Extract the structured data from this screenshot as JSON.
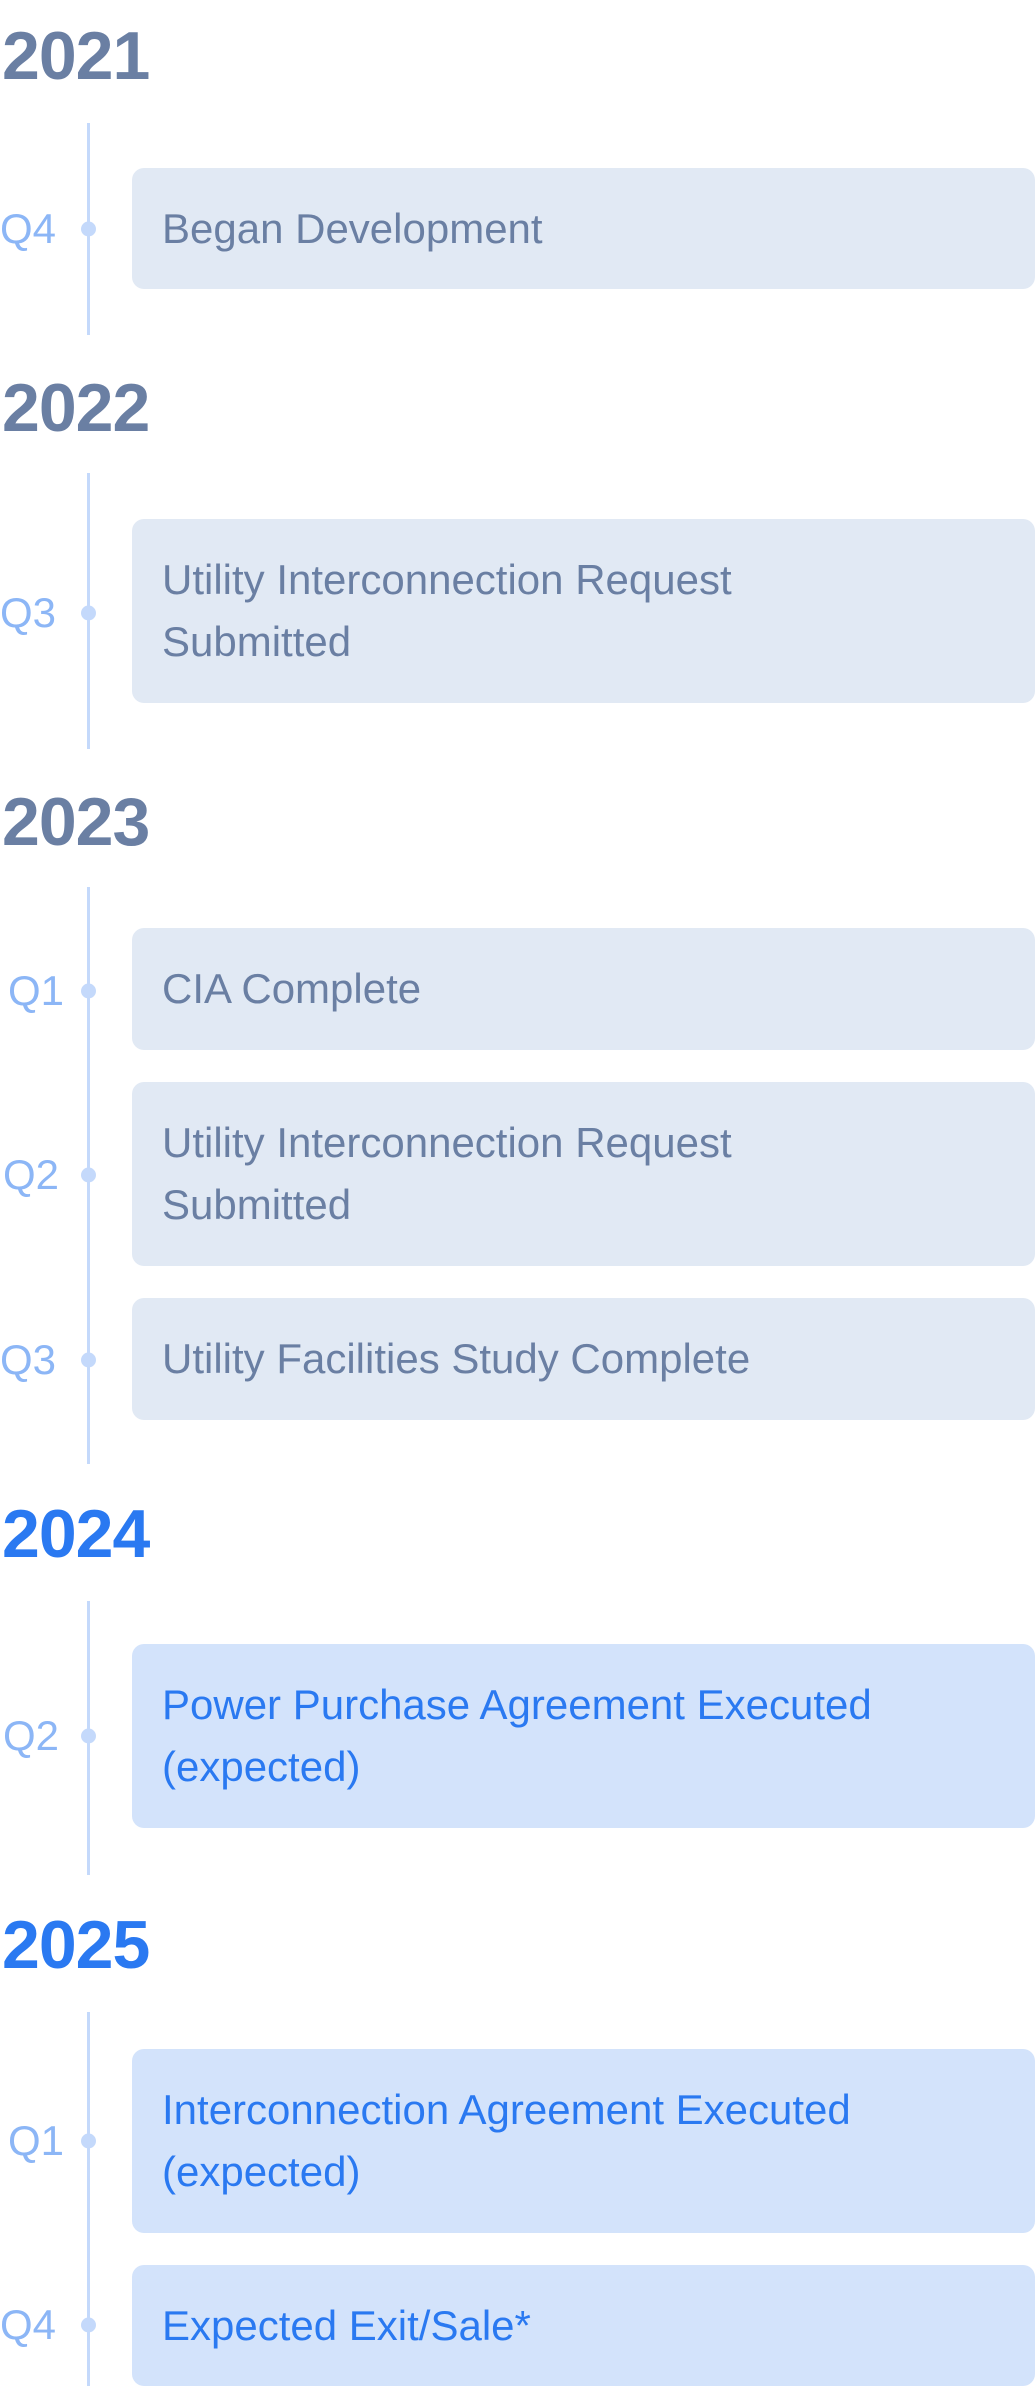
{
  "timeline": [
    {
      "year": "2021",
      "status": "past",
      "items": [
        {
          "quarter": "Q4",
          "label": "Began Development"
        }
      ]
    },
    {
      "year": "2022",
      "status": "past",
      "items": [
        {
          "quarter": "Q3",
          "label": "Utility Interconnection Request Submitted"
        }
      ]
    },
    {
      "year": "2023",
      "status": "past",
      "items": [
        {
          "quarter": "Q1",
          "label": "CIA Complete"
        },
        {
          "quarter": "Q2",
          "label": "Utility Interconnection Request Submitted"
        },
        {
          "quarter": "Q3",
          "label": "Utility Facilities Study Complete"
        }
      ]
    },
    {
      "year": "2024",
      "status": "future",
      "items": [
        {
          "quarter": "Q2",
          "label": "Power Purchase Agreement Executed (expected)"
        }
      ]
    },
    {
      "year": "2025",
      "status": "future",
      "items": [
        {
          "quarter": "Q1",
          "label": "Interconnection Agreement Executed (expected)"
        },
        {
          "quarter": "Q4",
          "label": "Expected Exit/Sale*"
        }
      ]
    }
  ],
  "colors": {
    "past_text": "#6a7fa3",
    "past_card": "#e1e9f4",
    "future_text": "#2a79f1",
    "future_card": "#d3e3fb",
    "line": "#c4d9fb",
    "quarter": "#8cb6f6"
  }
}
